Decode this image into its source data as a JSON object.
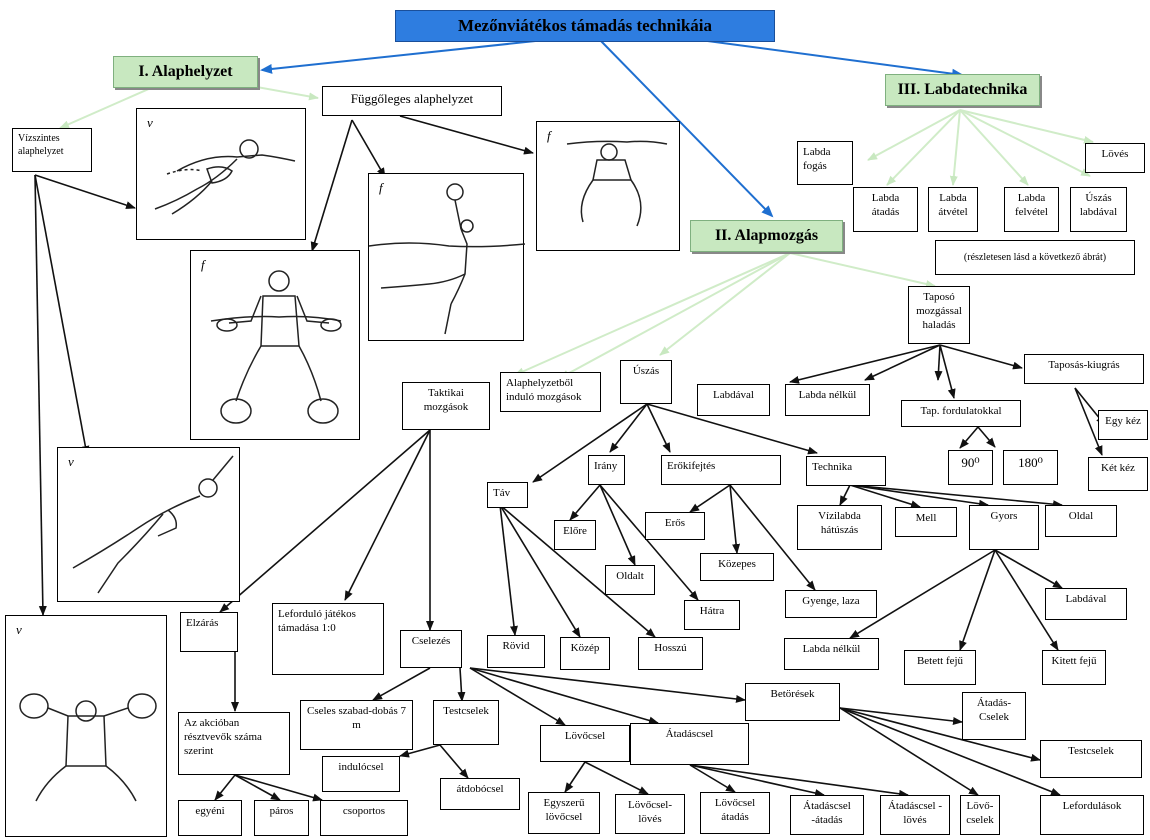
{
  "title": "Mezőnviátékos támadás technikáia",
  "sections": {
    "alaphelyzet": "I. Alaphelyzet",
    "alapmozgas": "II. Alapmozgás",
    "labdatechnika": "III. Labdatechnika"
  },
  "figure_labels": {
    "v": "v",
    "f": "f"
  },
  "labels": {
    "vizszintes": "Vízszintes alaphelyzet",
    "fuggoleges": "Függőleges alaphelyzet",
    "labda_fogas": "Labda fogás",
    "loves": "Lövés",
    "labda_atadas": "Labda átadás",
    "labda_atvetel": "Labda átvétel",
    "labda_felvetel": "Labda felvétel",
    "uszas_labdaval": "Úszás labdával",
    "reszletesen": "(részletesen lásd a következő ábrát)",
    "taposo": "Taposó mozgással haladás",
    "labdaval_1": "Labdával",
    "labda_nelkul_1": "Labda nélkül",
    "tap_fordulat": "Tap. fordulatokkal",
    "taposas_kiugras": "Taposás-kiugrás",
    "egy_kez": "Egy kéz",
    "ket_kez": "Két kéz",
    "deg90": "90⁰",
    "deg180": "180⁰",
    "taktikai": "Taktikai mozgások",
    "alaphelyzetbol": "Alaphelyzetből induló mozgások",
    "uszas": "Úszás",
    "tav": "Táv",
    "irany": "Irány",
    "erokifejtes": "Erőkifejtés",
    "technika": "Technika",
    "elore": "Előre",
    "oldalt": "Oldalt",
    "hatra": "Hátra",
    "eros": "Erős",
    "kozepes": "Közepes",
    "gyenge": "Gyenge, laza",
    "vizilabda_hat": "Vízilabda hátúszás",
    "mell": "Mell",
    "gyors": "Gyors",
    "oldal": "Oldal",
    "labdaval_2": "Labdával",
    "labda_nelkul_2": "Labda nélkül",
    "betett_feju": "Betett fejű",
    "kitett_feju": "Kitett fejű",
    "rovid": "Rövid",
    "kozep": "Közép",
    "hosszu": "Hosszú",
    "elzaras": "Elzárás",
    "leforduló": "Leforduló játékos támadása 1:0",
    "cselezes": "Cselezés",
    "az_akcioban": "Az akcióban résztvevők száma szerint",
    "egyeni": "egyéni",
    "paros": "páros",
    "csoportos": "csoportos",
    "cseles_szabad": "Cseles szabad-dobás 7 m",
    "testcselek_1": "Testcselek",
    "indulocsel": "indulócsel",
    "atdobocsel": "átdobócsel",
    "lovocsel": "Lövőcsel",
    "atadascsel": "Átadáscsel",
    "betoresek": "Betörések",
    "atadas_cselek": "Átadás-Cselek",
    "testcselek_2": "Testcselek",
    "egyszeru": "Egyszerű lövőcsel",
    "lovocsel_loves": "Lövőcsel-lövés",
    "lovocsel_atadas": "Lövőcsel átadás",
    "atadascsel_atadas": "Átadáscsel -átadás",
    "atadascsel_loves": "Átadáscsel -lövés",
    "lovo_cselek": "Lövő-cselek",
    "lefordulasok": "Lefordulások"
  }
}
